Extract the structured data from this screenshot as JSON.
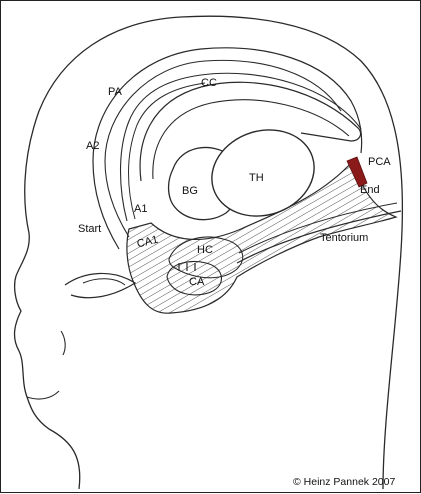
{
  "labels": {
    "pa": "PA",
    "cc": "CC",
    "a2": "A2",
    "th": "TH",
    "bg": "BG",
    "pca": "PCA",
    "end": "End",
    "a1": "A1",
    "start": "Start",
    "ca1": "CA1",
    "hc": "HC",
    "tentorium": "Tentorium",
    "ca": "CA"
  },
  "copyright": "© Heinz Pannek 2007",
  "colors": {
    "line": "#2a2a2a",
    "hatch": "#555555",
    "marker": "#8b1a1a"
  }
}
